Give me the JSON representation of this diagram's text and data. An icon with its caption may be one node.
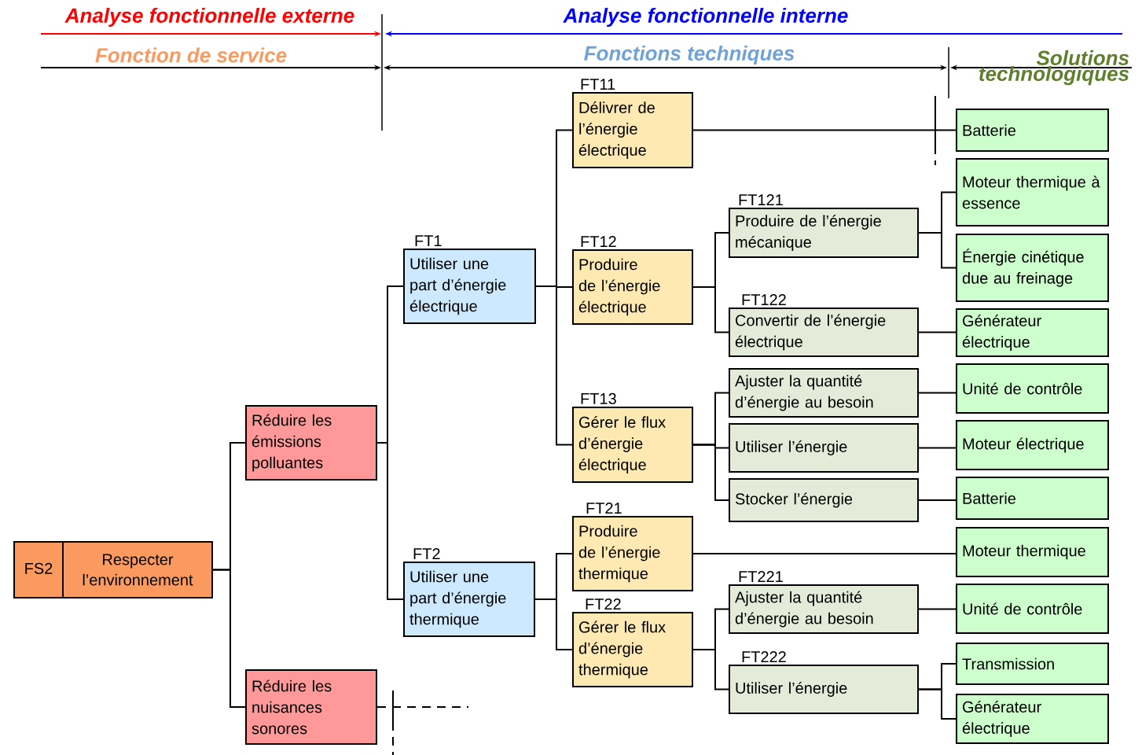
{
  "diagram": {
    "nodes": [
      {
        "text": [
          "FS2",
          "Respecter l’environnement"
        ]
      },
      {
        "text": [
          "Réduire les émissions polluantes"
        ]
      },
      {
        "text": [
          "Réduire les nuisances sonores"
        ]
      },
      {
        "text": [
          "Utiliser une part d’énergie électrique"
        ],
        "beside": [
          "FT1"
        ]
      },
      {
        "text": [
          "Utiliser une part d’énergie thermique"
        ],
        "beside": [
          "FT2"
        ]
      },
      {
        "text": [
          "Délivrer de l’énergie électrique"
        ],
        "beside": [
          "FT11"
        ]
      },
      {
        "text": [
          "Produire de l’énergie électrique"
        ],
        "beside": [
          "FT12"
        ]
      },
      {
        "text": [
          "Gérer le flux d’énergie électrique"
        ],
        "beside": [
          "FT13"
        ]
      },
      {
        "text": [
          "Produire de l’énergie thermique"
        ],
        "beside": [
          "FT21"
        ]
      },
      {
        "text": [
          "Gérer le flux d’énergie thermique"
        ],
        "beside": [
          "FT22"
        ]
      },
      {
        "text": [
          "Produire de l’énergie mécanique"
        ],
        "beside": [
          "FT121"
        ]
      },
      {
        "text": [
          "Convertir de l’énergie électrique"
        ],
        "beside": [
          "FT122"
        ]
      },
      {
        "text": [
          "Ajuster la quantité d’énergie au besoin"
        ]
      },
      {
        "text": [
          "Utiliser l’énergie"
        ]
      },
      {
        "text": [
          "Stocker l’énergie"
        ]
      },
      {
        "text": [
          "Ajuster la quantité d’énergie au besoin"
        ],
        "beside": [
          "FT221"
        ]
      },
      {
        "text": [
          "Utiliser l’énergie"
        ],
        "beside": [
          "FT222"
        ]
      },
      {
        "text": [
          "Batterie"
        ]
      },
      {
        "text": [
          "Moteur thermique à essence"
        ]
      },
      {
        "text": [
          "Énergie cinétique due au freinage"
        ]
      },
      {
        "text": [
          "Générateur électrique"
        ]
      },
      {
        "text": [
          "Unité de contrôle"
        ]
      },
      {
        "text": [
          "Moteur électrique"
        ]
      },
      {
        "text": [
          "Batterie"
        ]
      },
      {
        "text": [
          "Moteur thermique"
        ]
      },
      {
        "text": [
          "Unité de contrôle"
        ]
      },
      {
        "text": [
          "Transmission"
        ]
      },
      {
        "text": [
          "Générateur électrique"
        ]
      }
    ],
    "edges": [
      {
        "from": 0,
        "to": 1,
        "arrow": "none"
      },
      {
        "from": 0,
        "to": 2,
        "arrow": "none"
      },
      {
        "from": 1,
        "to": 3,
        "arrow": "none"
      },
      {
        "from": 1,
        "to": 4,
        "arrow": "none"
      },
      {
        "from": 3,
        "to": 5,
        "arrow": "none"
      },
      {
        "from": 3,
        "to": 6,
        "arrow": "none"
      },
      {
        "from": 3,
        "to": 7,
        "arrow": "none"
      },
      {
        "from": 4,
        "to": 8,
        "arrow": "none"
      },
      {
        "from": 4,
        "to": 9,
        "arrow": "none"
      },
      {
        "from": 6,
        "to": 10,
        "arrow": "none"
      },
      {
        "from": 6,
        "to": 11,
        "arrow": "none"
      },
      {
        "from": 7,
        "to": 12,
        "arrow": "none"
      },
      {
        "from": 7,
        "to": 13,
        "arrow": "none"
      },
      {
        "from": 7,
        "to": 14,
        "arrow": "none"
      },
      {
        "from": 9,
        "to": 15,
        "arrow": "none"
      },
      {
        "from": 9,
        "to": 16,
        "arrow": "none"
      },
      {
        "from": 5,
        "to": 17,
        "arrow": "none"
      },
      {
        "from": 10,
        "to": 18,
        "arrow": "none"
      },
      {
        "from": 10,
        "to": 19,
        "arrow": "none"
      },
      {
        "from": 11,
        "to": 20,
        "arrow": "none"
      },
      {
        "from": 12,
        "to": 21,
        "arrow": "none"
      },
      {
        "from": 13,
        "to": 22,
        "arrow": "none"
      },
      {
        "from": 14,
        "to": 23,
        "arrow": "none"
      },
      {
        "from": 8,
        "to": 24,
        "arrow": "none"
      },
      {
        "from": 15,
        "to": 25,
        "arrow": "none"
      },
      {
        "from": 16,
        "to": 26,
        "arrow": "none"
      },
      {
        "from": 16,
        "to": 27,
        "arrow": "none"
      },
      {
        "from": 2,
        "to": null,
        "arrow": "none",
        "style": "dashed"
      }
    ],
    "labels": [
      "Analyse fonctionnelle externe",
      "Analyse fonctionnelle interne",
      "Fonction de service",
      "Fonctions techniques",
      "Solutions technologiques"
    ]
  }
}
